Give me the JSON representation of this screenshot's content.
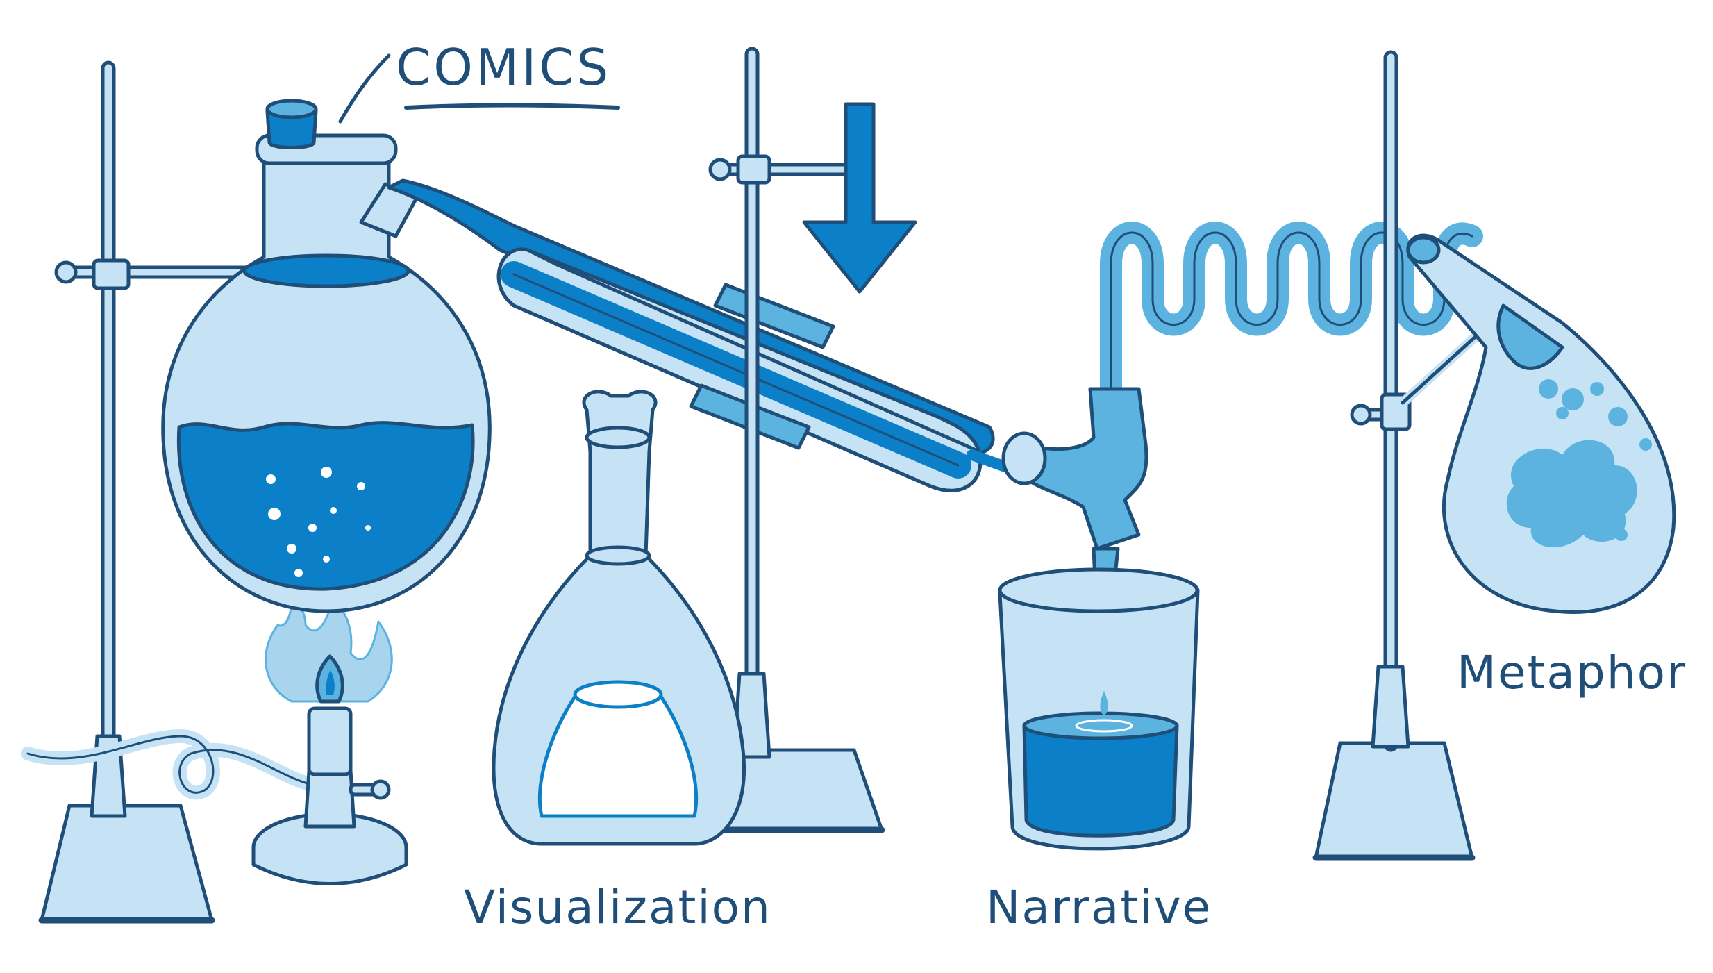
{
  "labels": {
    "comics": "COMICS",
    "visualization": "Visualization",
    "narrative": "Narrative",
    "metaphor": "Metaphor"
  },
  "colors": {
    "outline": "#1f4e79",
    "glass_light": "#c5e3f5",
    "liquid_dark": "#0b7fc7",
    "liquid_mid": "#5cb3e0",
    "background": "#ffffff"
  },
  "icons": {
    "flow_arrow": "down-arrow-icon",
    "flame": "flame-icon"
  }
}
